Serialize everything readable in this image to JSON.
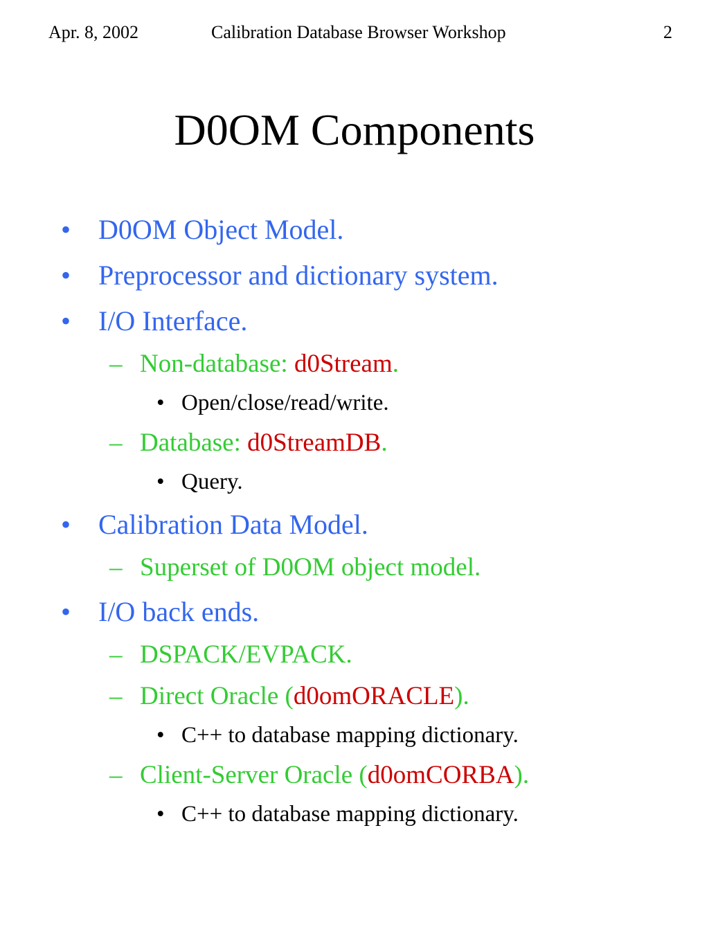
{
  "header": {
    "date": "Apr. 8, 2002",
    "title": "Calibration Database Browser Workshop",
    "page_number": "2"
  },
  "slide": {
    "title": "D0OM Components"
  },
  "colors": {
    "level1": "#3366ee",
    "level2": "#33cc33",
    "highlight": "#cc0000",
    "level3": "#000000"
  },
  "marks": {
    "bullet": "•",
    "dash": "–"
  },
  "items": [
    {
      "text": "D0OM Object Model."
    },
    {
      "text": "Preprocessor and dictionary system."
    },
    {
      "text": "I/O Interface."
    },
    {
      "prefix": "Non-database: ",
      "highlight": "d0Stream",
      "suffix": "."
    },
    {
      "text": "Open/close/read/write."
    },
    {
      "prefix": "Database: ",
      "highlight": "d0StreamDB",
      "suffix": "."
    },
    {
      "text": "Query."
    },
    {
      "text": "Calibration Data Model."
    },
    {
      "text": "Superset of D0OM object model."
    },
    {
      "text": "I/O back ends."
    },
    {
      "text": "DSPACK/EVPACK."
    },
    {
      "prefix": "Direct Oracle (",
      "highlight": "d0omORACLE",
      "suffix": ")."
    },
    {
      "text": "C++ to database mapping dictionary."
    },
    {
      "prefix": "Client-Server Oracle (",
      "highlight": "d0omCORBA",
      "suffix": ")."
    },
    {
      "text": "C++ to database mapping dictionary."
    }
  ]
}
